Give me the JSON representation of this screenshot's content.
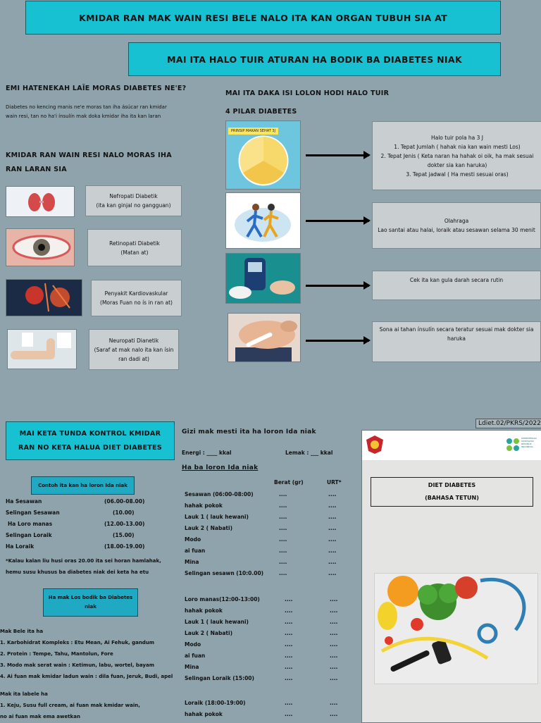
{
  "title_main": "KMIDAR RAN MAK WAIN RESI BELE NALO ITA KAN ORGAN TUBUH SIA AT",
  "title_sub": "MAI ITA HALO TUIR ATURAN HA BODIK BA DIABETES NIAK",
  "left": {
    "question": "EMI HATENEKAH LAĨE MORAS DIABETES NE'E?",
    "answer": "Diabetes no kencing manis ne'e moras tan iha ásúcar ran kmidar wain resi, tan no ha'i ínsulín mak doka kmidar iha ita kan laran",
    "complications_heading": "KMIDAR RAN WAIN RESI NALO MORAS IHA RAN LARAN SIA",
    "complications": [
      {
        "name": "Nefropati Diabetik",
        "desc": "(ita kan ginjal no gangguan)"
      },
      {
        "name": "Retinopati Diabetik",
        "desc": "(Matan at)"
      },
      {
        "name": "Penyakit Kardiovaskular",
        "desc": "(Moras Fuan no ís in ran at)"
      },
      {
        "name": "Neuropati Dianetik",
        "desc": "(Saraf at mak nalo ita kan ísin ran dadi at)"
      }
    ]
  },
  "right": {
    "heading_line1": "MAI ITA DAKA ISI LOLON HODI HALO TUIR",
    "heading_line2": "4 PILAR DIABETES",
    "plate_title": "PRINSIP MAKAN SEHAT 3J",
    "pillars": [
      {
        "lines": [
          "Halo tuir pola ha 3 J",
          "1. Tepat Jumlah ( hahak nia kan wain mesti Los)",
          "2. Tepat Jenis ( Keta naran ha hahak oi oik, ha mak sesuai dokter sia kan haruka)",
          "3. Tepat jadwal ( Ha mesti sesuai oras)"
        ]
      },
      {
        "lines": [
          "Olahraga",
          "Lao santai atau halai, loraik atau sesawan selama 30 menit"
        ]
      },
      {
        "lines": [
          "Cek ita kan gula darah secara rutin"
        ]
      },
      {
        "lines": [
          "Sona ai tahan ínsulín secara teratur sesuai mak dokter sia haruka"
        ]
      }
    ]
  },
  "bottom_left": {
    "banner": "MAI KETA TUNDA KONTROL KMIDAR RAN NO KETA HALUA DIET DIABETES",
    "schedule_title": "Contoh ita kan ha loron Ida niak",
    "schedule": [
      {
        "meal": "Ha Sesawan",
        "time": "(06.00-08.00)"
      },
      {
        "meal": "Selingan Sesawan",
        "time": "(10.00)"
      },
      {
        "meal": "Ha Loro manas",
        "time": "(12.00-13.00)"
      },
      {
        "meal": "Selingan Loraik",
        "time": "(15.00)"
      },
      {
        "meal": "Ha Loraik",
        "time": "(18.00-19.00)"
      }
    ],
    "note": "*Kalau kalan liu husi oras 20.00 ita sei horan hamlahak, hemu susu khusus ba diabetes niak dei keta ha etu",
    "foods_title": "Ha mak Los bodik ba Diabetes niak",
    "allowed_heading": "Mak Bele ita ha",
    "allowed": [
      "1. Karbohidrat Kompleks : Etu Mean, Ai Fehuk, gandum",
      "2. Protein : Tempe, Tahu, Mantolun, Fore",
      "3. Modo mak serat wain : Ketimun, labu, wortel, bayam",
      "4. Ai fuan mak kmidar ladun wain : dila fuan, Jeruk, Budi, apel"
    ],
    "avoid_heading": "Mak ita labele ha",
    "avoid": [
      "1. Keju, Susu full cream, ai fuan mak kmidar wain,",
      "no ai fuan mak ema awetkan"
    ]
  },
  "middle": {
    "title": "Gizi mak mesti ita ha loron Ida niak",
    "energy_label": "Energi : ____ kkal",
    "fat_label": "Lemak : ___ kkal",
    "daily_title": "Ha ba loron Ida niak",
    "col_weight": "Berat (gr)",
    "col_urt": "URT*",
    "dots": "....",
    "morning": [
      "Sesawan (06:00-08:00)",
      "hahak pokok",
      "Lauk 1 ( lauk hewani)",
      "Lauk 2 ( Nabati)",
      "Modo",
      "ai fuan",
      "Mina",
      "Selingan sesawn (10:0.00)"
    ],
    "noon": [
      "Loro manas(12:00-13:00)",
      "hahak pokok",
      "Lauk 1 ( lauk hewani)",
      "Lauk 2 ( Nabati)",
      "Modo",
      "ai fuan",
      "Mina",
      "Selingan Loraik (15:00)"
    ],
    "evening": [
      "Loraik (18:00-19:00)",
      "hahak pokok"
    ]
  },
  "cover": {
    "code": "Ldiet.02/PKRS/2022",
    "ministry": "KEMENTERIAN KESEHATAN REPUBLIK INDONESIA",
    "title_line1": "DIET DIABETES",
    "title_line2": "(BAHASA TETUN)"
  }
}
